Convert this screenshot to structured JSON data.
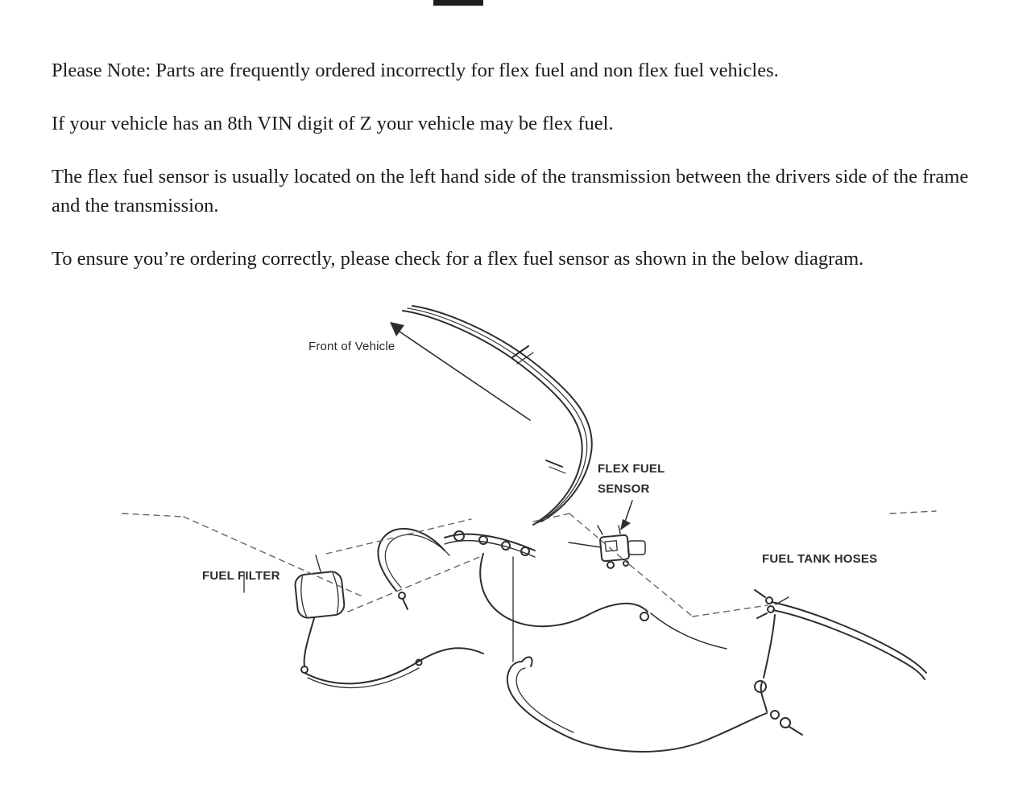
{
  "notice": {
    "line1": "Please Note: Parts are frequently ordered incorrectly for flex fuel and non flex fuel vehicles.",
    "line2": "If your vehicle has an 8th VIN digit of Z your vehicle may be flex fuel.",
    "line3": "The flex fuel sensor is usually located on the left hand side of the transmission between the drivers side of the frame and the transmission.",
    "line4": "To ensure you’re ordering correctly, please check for a flex fuel sensor as shown in the below diagram."
  },
  "diagram": {
    "labels": {
      "front_of_vehicle": "Front of Vehicle",
      "flex_fuel_line1": "FLEX FUEL",
      "flex_fuel_line2": "SENSOR",
      "fuel_tank_hoses": "FUEL TANK HOSES",
      "fuel_filter": "FUEL FILTER"
    }
  },
  "colors": {
    "line": "#2e2e2e",
    "dashed_line": "#666666",
    "text": "#1c1c1c"
  }
}
